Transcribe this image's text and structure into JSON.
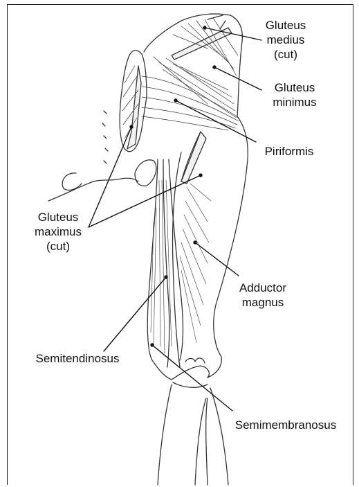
{
  "labels": {
    "gluteus_medius": [
      "Gluteus",
      "medius",
      "(cut)"
    ],
    "gluteus_minimus": [
      "Gluteus",
      "minimus"
    ],
    "piriformis": [
      "Piriformis"
    ],
    "gluteus_maximus": [
      "Gluteus",
      "maximus",
      "(cut)"
    ],
    "adductor_magnus": [
      "Adductor",
      "magnus"
    ],
    "semitendinosus": [
      "Semitendinosus"
    ],
    "semimembranosus": [
      "Semimembranosus"
    ]
  }
}
